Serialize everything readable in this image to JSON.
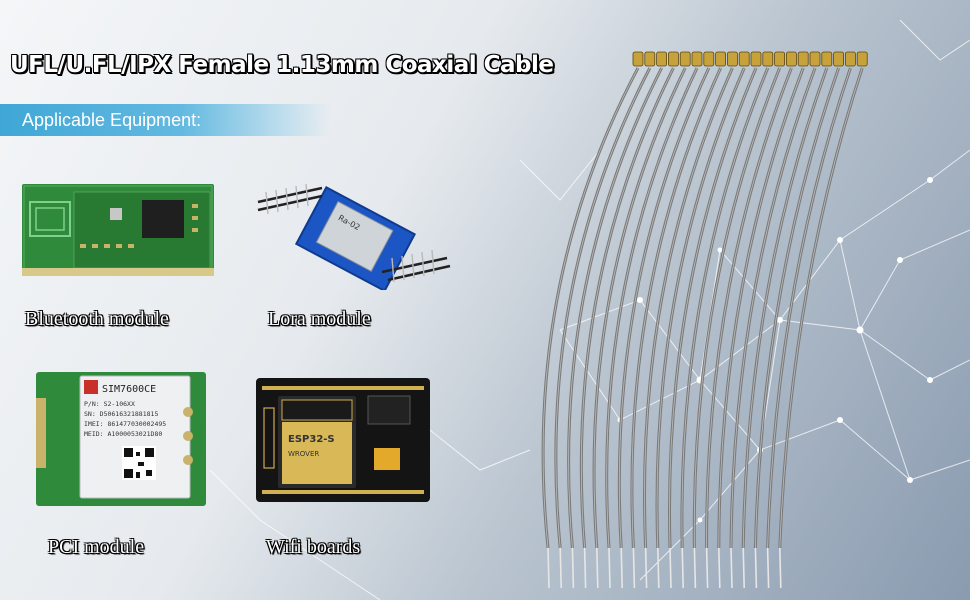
{
  "title": "UFL/U.FL/IPX Female 1.13mm Coaxial Cable",
  "equipment": {
    "heading": "Applicable Equipment:",
    "items": [
      {
        "label": "Bluetooth module"
      },
      {
        "label": "Lora module"
      },
      {
        "label": "PCI module"
      },
      {
        "label": "Wifi boards"
      }
    ]
  },
  "pci_chip": {
    "brand": "SIM7600CE",
    "lines": [
      "P/N: S2-106XX",
      "SN: D50616321881815",
      "IMEI: 861477030002495",
      "MEID: A1000053021D80"
    ]
  },
  "wifi_chip": {
    "model": "ESP32-S",
    "sub": "WROVER"
  },
  "lora_chip": {
    "model": "Ra-02"
  },
  "colors": {
    "accent_bar": "#3fa7d6",
    "pcb_green": "#2f8a3c",
    "pcb_blue": "#1c56c4",
    "cable_gray": "#7b7b7b",
    "connector_gold": "#c7a23a"
  }
}
